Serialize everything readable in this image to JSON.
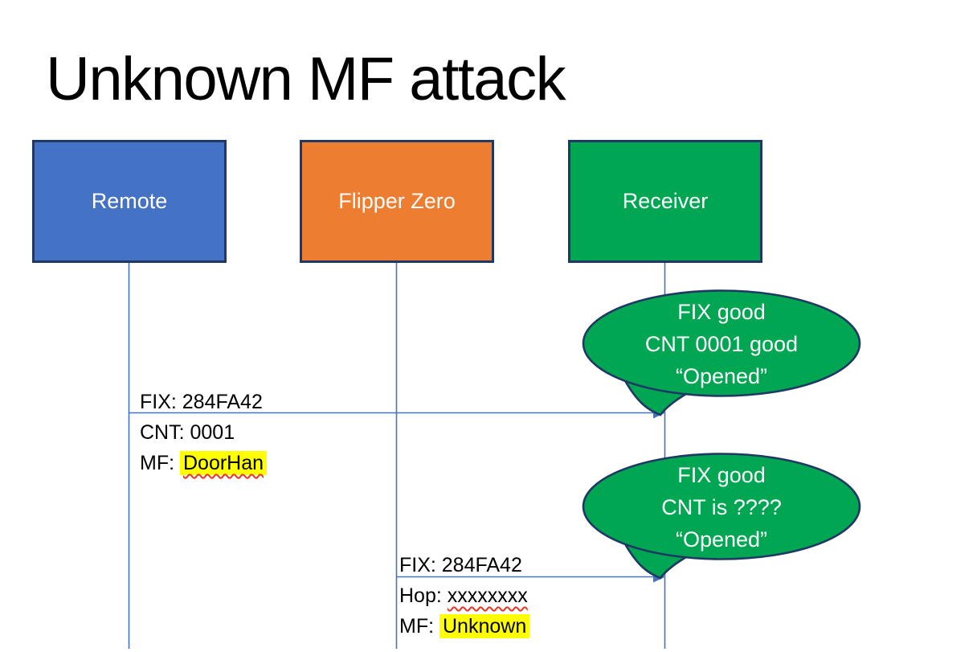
{
  "title": "Unknown MF attack",
  "actors": [
    {
      "id": "remote",
      "label": "Remote",
      "color": "#4472C4"
    },
    {
      "id": "flipper-zero",
      "label": "Flipper Zero",
      "color": "#ED7D31"
    },
    {
      "id": "receiver",
      "label": "Receiver",
      "color": "#00A651"
    }
  ],
  "message1": {
    "from": "Remote",
    "to": "Receiver",
    "fix": "FIX: 284FA42",
    "cnt": "CNT: 0001",
    "mf_label": "MF: ",
    "mf_value": "DoorHan"
  },
  "message2": {
    "from": "Flipper Zero",
    "to": "Receiver",
    "fix": "FIX: 284FA42",
    "hop_label": "Hop: ",
    "hop_value": "xxxxxxxx",
    "mf_label": "MF: ",
    "mf_value": "Unknown"
  },
  "bubble1": {
    "lines": [
      "FIX good",
      "CNT 0001 good",
      "“Opened”"
    ]
  },
  "bubble2": {
    "lines": [
      "FIX good",
      "CNT is ????",
      "“Opened”"
    ]
  },
  "colors": {
    "remote": "#4472C4",
    "flipper": "#ED7D31",
    "receiver": "#00A651",
    "border": "#1F3864",
    "connector": "#4472C4",
    "highlight": "#FFFF00",
    "squiggle": "#EA3323",
    "bubble_text": "#FFFFFF",
    "text": "#000000"
  }
}
